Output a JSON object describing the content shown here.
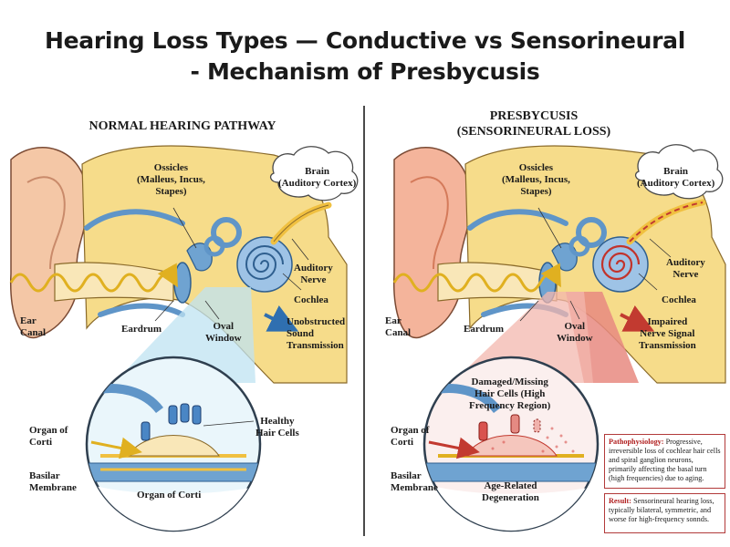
{
  "title": {
    "line1": "Hearing Loss Types — Conductive vs Sensorineural",
    "line2": "- Mechanism of Presbycusis"
  },
  "left_panel": {
    "heading": "NORMAL HEARING PATHWAY",
    "labels": {
      "ossicles": "Ossicles\n(Malleus, Incus,\nStapes)",
      "brain": "Brain\n(Auditory Cortex)",
      "auditory_nerve": "Auditory\nNerve",
      "cochlea": "Cochlea",
      "ear_canal": "Ear\nCanal",
      "eardrum": "Eardrum",
      "oval_window": "Oval\nWindow",
      "transmission": "Unobstructed\nSound\nTransmission",
      "organ_of_corti_side": "Organ of\nCorti",
      "healthy_hair_cells": "Healthy\nHair Cells",
      "basilar_membrane": "Basilar\nMembrane",
      "organ_of_corti_bottom": "Organ of Corti"
    }
  },
  "right_panel": {
    "heading": "PRESBYCUSIS\n(SENSORINEURAL LOSS)",
    "labels": {
      "ossicles": "Ossicles\n(Malleus, Incus,\nStapes)",
      "brain": "Brain\n(Auditory Cortex)",
      "auditory_nerve": "Auditory\nNerve",
      "cochlea": "Cochlea",
      "ear_canal": "Ear\nCanal",
      "eardrum": "Eardrum",
      "oval_window": "Oval\nWindow",
      "transmission": "Impaired\nNerve Signal\nTransmission",
      "damaged_cells": "Damaged/Missing\nHair Cells (High\nFrequency Region)",
      "organ_of_corti_side": "Organ of\nCorti",
      "basilar_membrane": "Basilar\nMembrane",
      "degeneration": "Age-Related\nDegeneration"
    },
    "pathophysiology": {
      "label": "Pathophysiology:",
      "text": " Progressive, irreversible loss of cochlear hair cells and spiral ganglion neurons, primarily affecting the basal turn (high frequencies) due to aging."
    },
    "result": {
      "label": "Result:",
      "text": " Sensorineural hearing loss, typically bilateral, symmetric, and worse for high-frequency sonnds."
    }
  },
  "colors": {
    "skin": "#f4c7a6",
    "skin_dark": "#e59a78",
    "yellow": "#f6dc8a",
    "blue": "#6fa3d1",
    "blue_dark": "#2f5f8f",
    "red": "#d9534f",
    "pink": "#f3b7ae",
    "cyan_beam": "#bfe3f2"
  }
}
